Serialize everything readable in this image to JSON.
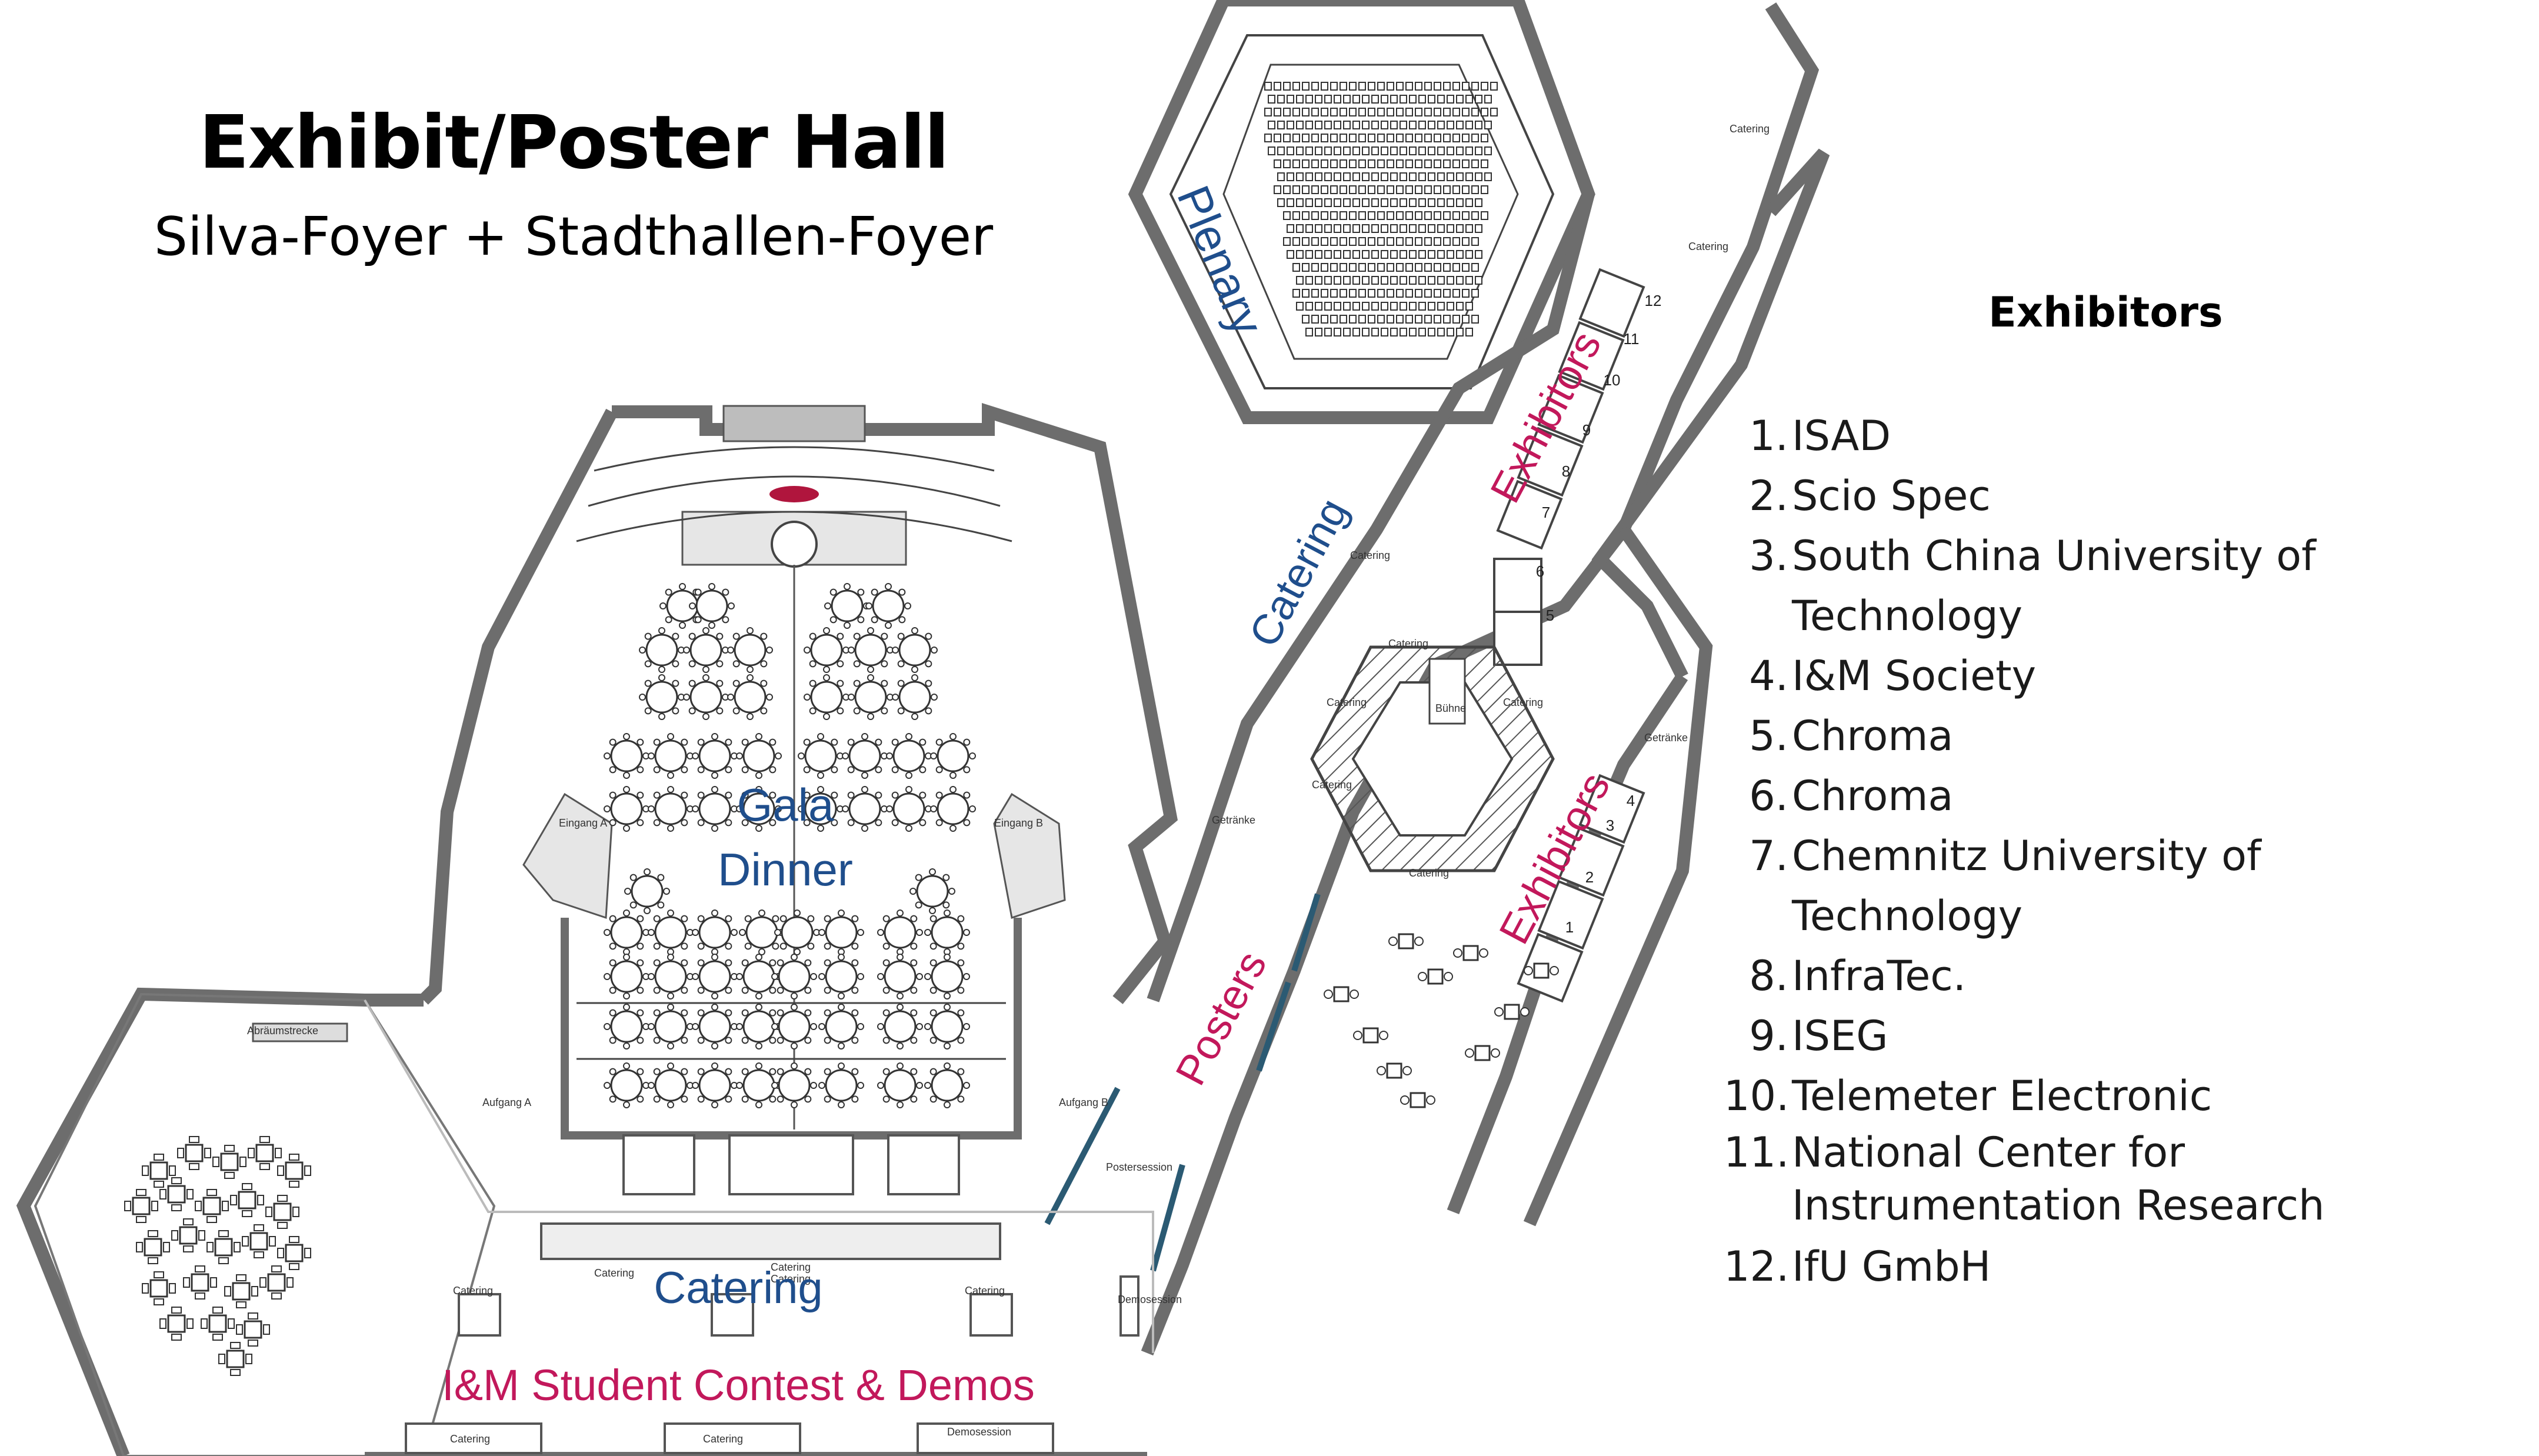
{
  "header": {
    "title": "Exhibit/Poster Hall",
    "subtitle": "Silva-Foyer + Stadthallen-Foyer"
  },
  "areas": {
    "plenary": "Plenary",
    "gala_dinner_line1": "Gala",
    "gala_dinner_line2": "Dinner",
    "catering_main": "Catering",
    "catering_diag": "Catering",
    "student_contest": "I&M Student Contest & Demos",
    "posters": "Posters",
    "exhibitors_upper": "Exhibitors",
    "exhibitors_lower": "Exhibitors"
  },
  "small_labels": {
    "catering": "Catering",
    "demosession": "Demosession",
    "postersession": "Postersession",
    "eingang_a": "Eingang A",
    "eingang_b": "Eingang B",
    "aufgang_a": "Aufgang A",
    "aufgang_b": "Aufgang B",
    "getraenke": "Getränke",
    "buehne": "Bühne",
    "abraeumstrecke": "Abräumstrecke"
  },
  "booths": [
    "1",
    "2",
    "3",
    "4",
    "5",
    "6",
    "7",
    "8",
    "9",
    "10",
    "11",
    "12"
  ],
  "exhibitors": {
    "heading": "Exhibitors",
    "items": [
      {
        "num": "1.",
        "name": "ISAD"
      },
      {
        "num": "2.",
        "name": "Scio Spec"
      },
      {
        "num": "3.",
        "name": "South China University of Technology"
      },
      {
        "num": "4.",
        "name": "I&M Society"
      },
      {
        "num": "5.",
        "name": "Chroma"
      },
      {
        "num": "6.",
        "name": "Chroma"
      },
      {
        "num": "7.",
        "name": "Chemnitz University of Technology"
      },
      {
        "num": "8.",
        "name": "InfraTec."
      },
      {
        "num": "9.",
        "name": "ISEG"
      },
      {
        "num": "10.",
        "name": "Telemeter Electronic"
      },
      {
        "num": "11.",
        "name": "National Center for Instrumentation Research"
      },
      {
        "num": "12.",
        "name": "IfU GmbH"
      }
    ]
  },
  "colors": {
    "blue_label": "#1f4e8c",
    "magenta_label": "#c2185b",
    "wall": "#6d6d6d",
    "wall_fill": "#bdbdbd",
    "stage_red": "#b0153d"
  }
}
